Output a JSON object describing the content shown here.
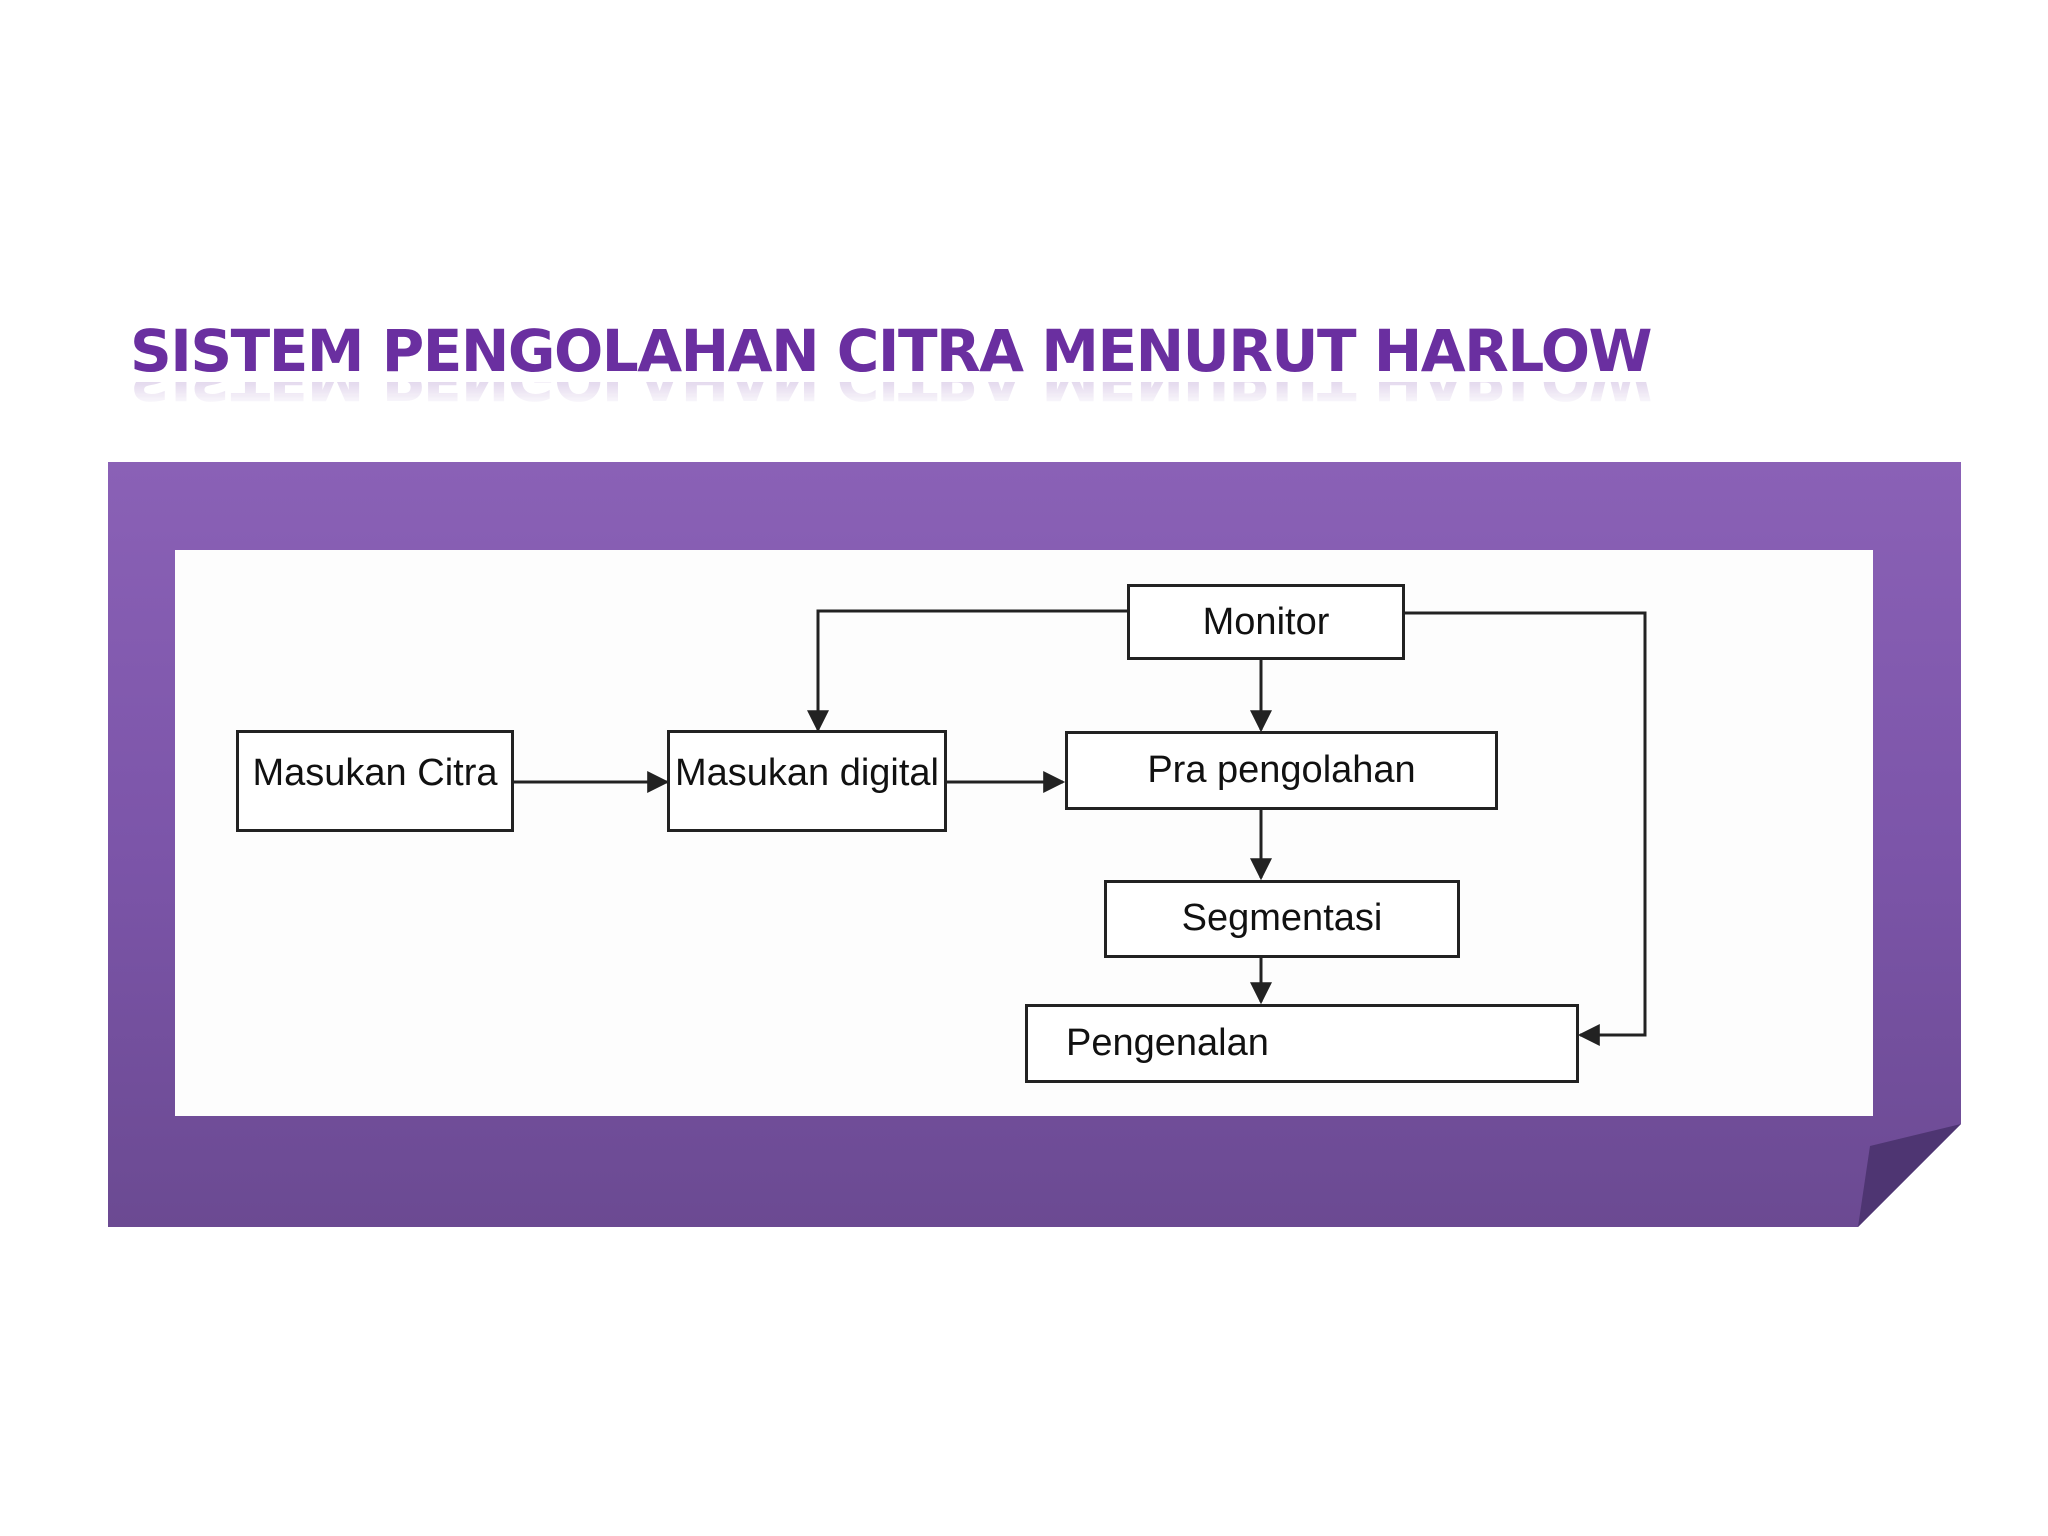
{
  "slide": {
    "title": "SISTEM PENGOLAHAN CITRA MENURUT HARLOW"
  },
  "diagram": {
    "nodes": {
      "masukan_citra": "Masukan Citra",
      "masukan_digital": "Masukan digital",
      "pra_pengolahan": "Pra pengolahan",
      "monitor": "Monitor",
      "segmentasi": "Segmentasi",
      "pengenalan": "Pengenalan"
    },
    "edges": [
      [
        "Masukan Citra",
        "Masukan digital"
      ],
      [
        "Masukan digital",
        "Pra pengolahan"
      ],
      [
        "Monitor",
        "Masukan digital"
      ],
      [
        "Monitor",
        "Pra pengolahan"
      ],
      [
        "Monitor",
        "Pengenalan"
      ],
      [
        "Pra pengolahan",
        "Segmentasi"
      ],
      [
        "Segmentasi",
        "Pengenalan"
      ]
    ]
  },
  "colors": {
    "title": "#6a2fa0",
    "frame_top": "#8a61b6",
    "frame_bottom": "#6b4a92",
    "fold": "#4e3572",
    "panel": "#fdfdfd",
    "lines": "#222222"
  }
}
